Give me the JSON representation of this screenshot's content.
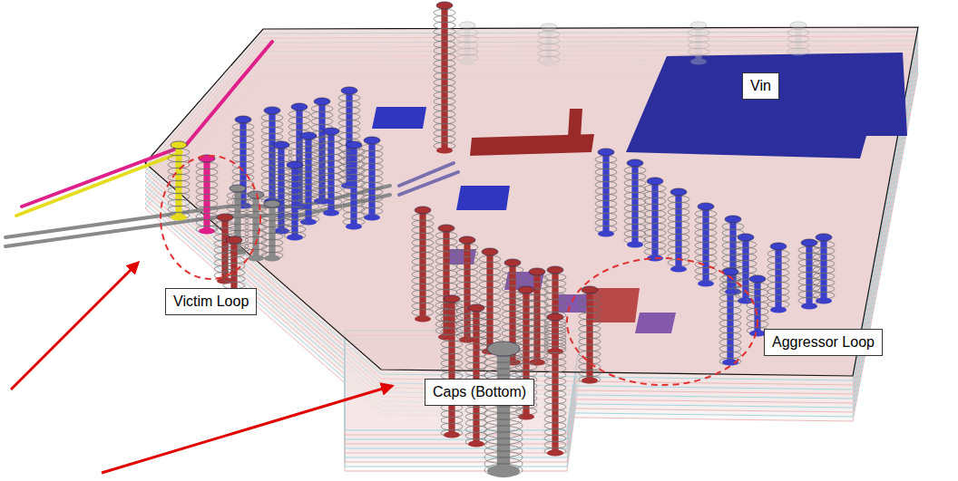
{
  "diagram": {
    "nodes": [
      {
        "text": [
          "Vin"
        ]
      },
      {
        "text": [
          "Victim Loop"
        ]
      },
      {
        "text": [
          "Aggressor Loop"
        ]
      },
      {
        "text": [
          "Caps (Bottom)"
        ]
      }
    ]
  }
}
